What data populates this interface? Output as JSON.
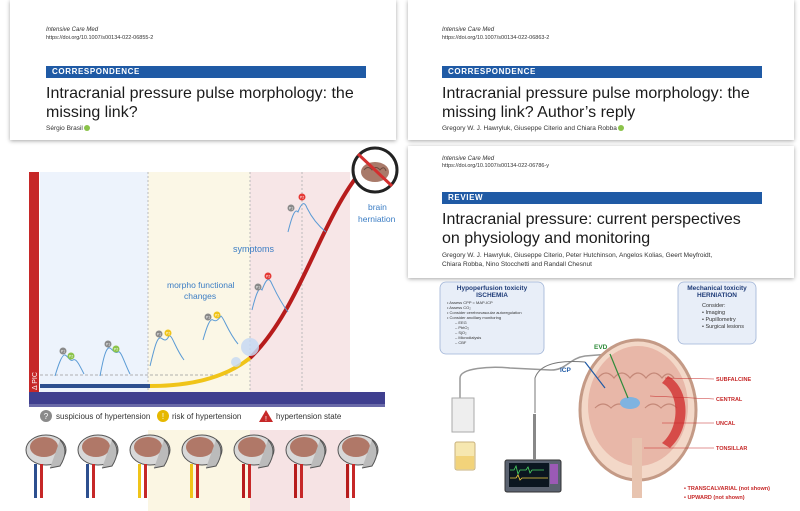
{
  "card1": {
    "journal": "Intensive Care Med",
    "doi": "https://doi.org/10.1007/s00134-022-06855-2",
    "section": "CORRESPONDENCE",
    "title_line1": "Intracranial pressure pulse morphology: the",
    "title_line2": "missing link?",
    "authors": "Sérgio Brasil"
  },
  "card2": {
    "journal": "Intensive Care Med",
    "doi": "https://doi.org/10.1007/s00134-022-06863-2",
    "section": "CORRESPONDENCE",
    "title_line1": "Intracranial pressure pulse morphology: the",
    "title_line2": "missing link? Author’s reply",
    "authors": "Gregory W. J. Hawryluk, Giuseppe Citerio and Chiara Robba"
  },
  "card3": {
    "journal": "Intensive Care Med",
    "doi": "https://doi.org/10.1007/s00134-022-06786-y",
    "section": "REVIEW",
    "title_line1": "Intracranial pressure: current perspectives",
    "title_line2": "on physiology and monitoring",
    "authors_line1": "Gregory W. J. Hawryluk, Giuseppe Citerio, Peter Hutchinson, Angelos Kolias, Geert Meyfroidt,",
    "authors_line2": "Chiara Robba, Nino Stocchetti and Randall Chesnut"
  },
  "left_figure": {
    "axis_label": "Δ PIC",
    "labels": {
      "symptoms": "symptoms",
      "morpho_line1": "morpho functional",
      "morpho_line2": "changes",
      "herniation_line1": "brain",
      "herniation_line2": "herniation"
    },
    "wave_markers": {
      "p1": "P1",
      "p2": "P2"
    },
    "legend": [
      {
        "symbol": "?",
        "text": "suspicious of hypertension",
        "color": "#8a8a8a"
      },
      {
        "symbol": "!",
        "text": "risk of hypertension",
        "color": "#e6b800"
      },
      {
        "symbol": "!",
        "text": "hypertension state",
        "color": "#c62828"
      }
    ]
  },
  "right_figure": {
    "hypo_title_line1": "Hypoperfusion toxicity",
    "hypo_title_line2": "ISCHEMIA",
    "hypo_items": [
      "• Assess CPP = MAP-ICP",
      "• Assess CO₂",
      "• Consider cerebrovascular autoregulation",
      "• Consider ancillary monitoring",
      "– EEG",
      "– PbtO₂",
      "– SjO₂",
      "– Microdialysis",
      "– CBF"
    ],
    "mech_title_line1": "Mechanical toxicity",
    "mech_title_line2": "HERNIATION",
    "mech_consider": "Consider:",
    "mech_items": [
      "• Imaging",
      "• Pupillometry",
      "• Surgical lesions"
    ],
    "evd": "EVD",
    "icp": "ICP",
    "herniations": [
      "SUBFALCINE",
      "CENTRAL",
      "UNCAL",
      "TONSILLAR"
    ],
    "notes": [
      "• TRANSCALVARIAL (not shown)",
      "• UPWARD (not shown)"
    ]
  }
}
